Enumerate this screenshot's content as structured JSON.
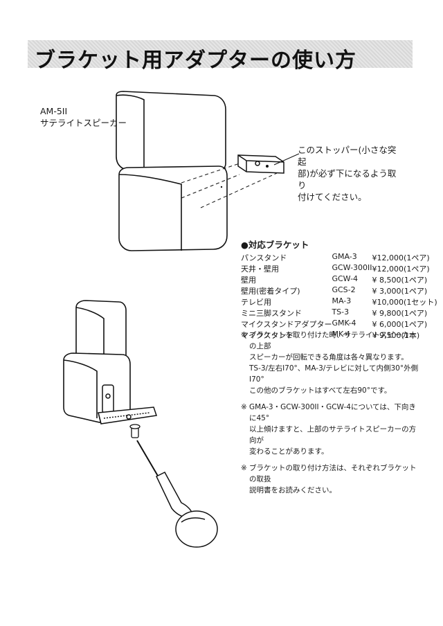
{
  "title": "ブラケット用アダプターの使い方",
  "model": {
    "name": "AM-5II",
    "description": "サテライトスピーカー"
  },
  "stopper_note": {
    "lines": [
      "このストッパー(小さな突起",
      "部)が必ず下になるよう取り",
      "付けてください。"
    ]
  },
  "brackets": {
    "heading": "●対応ブラケット",
    "rows": [
      {
        "name": "パンスタンド",
        "model": "GMA-3",
        "price": "¥12,000(1ペア)"
      },
      {
        "name": "天井・壁用",
        "model": "GCW-300II",
        "price": "¥12,000(1ペア)"
      },
      {
        "name": "壁用",
        "model": "GCW-4",
        "price": "¥ 8,500(1ペア)"
      },
      {
        "name": "壁用(密着タイプ)",
        "model": "GCS-2",
        "price": "¥ 3,000(1ペア)"
      },
      {
        "name": "テレビ用",
        "model": "MA-3",
        "price": "¥10,000(1セット)"
      },
      {
        "name": "ミニ三脚スタンド",
        "model": "TS-3",
        "price": "¥ 9,800(1ペア)"
      },
      {
        "name": "マイクスタンドアダプター",
        "model": "GMK-4",
        "price": "¥ 6,000(1ペア)"
      },
      {
        "name": "マイクスタンド",
        "model": "MK-4",
        "price": "¥ 9,500(1本)"
      }
    ]
  },
  "notes": [
    {
      "mark": "※",
      "lines": [
        "ブラケットを取り付けた時、サテライトスピーカーの上部",
        "スピーカーが回転できる角度は各々異なります。",
        "TS-3/左右I70°、MA-3/テレビに対して内側30°外側I70°",
        "この他のブラケットはすべて左右90°です。"
      ]
    },
    {
      "mark": "※",
      "lines": [
        "GMA-3・GCW-300II・GCW-4については、下向きに45°",
        "以上傾けますと、上部のサテライトスピーカーの方向が",
        "変わることがあります。"
      ]
    },
    {
      "mark": "※",
      "lines": [
        "ブラケットの取り付け方法は、それぞれブラケットの取扱",
        "説明書をお読みください。"
      ]
    }
  ],
  "colors": {
    "ink": "#1a1a1a",
    "title_bar": "#dcdcdc",
    "page": "#ffffff"
  }
}
